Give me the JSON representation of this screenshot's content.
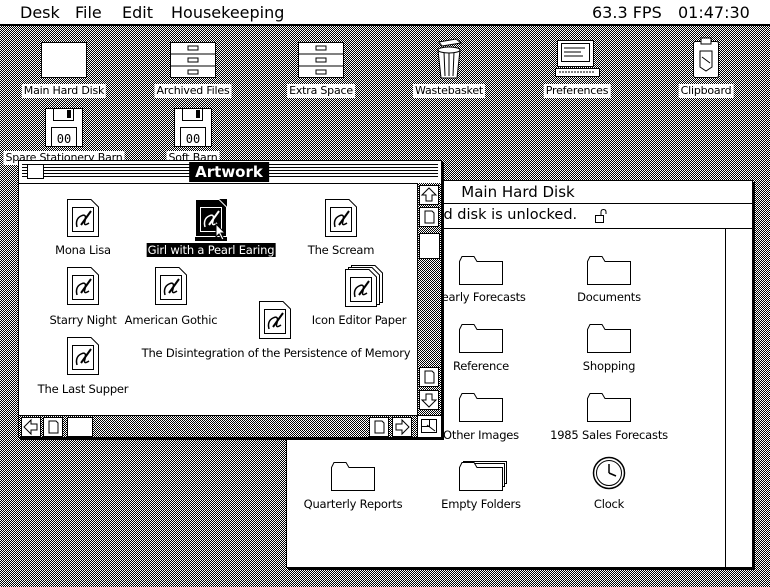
{
  "menubar": {
    "menus": [
      "Desk",
      "File",
      "Edit",
      "Housekeeping"
    ],
    "fps": "63.3 FPS",
    "clock": "01:47:30"
  },
  "desktop": {
    "icons": [
      {
        "label": "Main Hard Disk",
        "icon": "hard-disk-icon"
      },
      {
        "label": "Archived Files",
        "icon": "drawer-icon"
      },
      {
        "label": "Extra Space",
        "icon": "drawer-icon"
      },
      {
        "label": "Wastebasket",
        "icon": "wastebasket-icon"
      },
      {
        "label": "Preferences",
        "icon": "computer-icon"
      },
      {
        "label": "Clipboard",
        "icon": "clipboard-icon"
      },
      {
        "label": "Spare Stationery Barn",
        "icon": "floppy-disk-icon"
      },
      {
        "label": "Soft Barn",
        "icon": "floppy-disk-icon"
      }
    ]
  },
  "hard_disk_window": {
    "title": "Main Hard Disk",
    "status": "Hard disk is unlocked.",
    "items": [
      {
        "label": "Yearly Forecasts",
        "icon": "folder-icon"
      },
      {
        "label": "Documents",
        "icon": "folder-icon"
      },
      {
        "label": "Reference",
        "icon": "folder-icon"
      },
      {
        "label": "Shopping",
        "icon": "folder-icon"
      },
      {
        "label": "Other Images",
        "icon": "folder-icon"
      },
      {
        "label": "1985 Sales Forecasts",
        "icon": "folder-icon"
      },
      {
        "label": "Quarterly Reports",
        "icon": "folder-icon"
      },
      {
        "label": "Empty Folders",
        "icon": "stacked-folders-icon"
      },
      {
        "label": "Clock",
        "icon": "clock-icon"
      }
    ]
  },
  "artwork_window": {
    "title": "Artwork",
    "items": [
      {
        "label": "Mona Lisa",
        "icon": "paint-document-icon"
      },
      {
        "label": "Girl with a Pearl Earing",
        "icon": "paint-document-icon",
        "selected": true
      },
      {
        "label": "The Scream",
        "icon": "paint-document-icon"
      },
      {
        "label": "Starry Night",
        "icon": "paint-document-icon"
      },
      {
        "label": "American Gothic",
        "icon": "paint-document-icon"
      },
      {
        "label": "Icon Editor Paper",
        "icon": "paint-stationery-icon"
      },
      {
        "label": "The Disintegration of the Persistence of Memory",
        "icon": "paint-document-icon"
      },
      {
        "label": "The Last Supper",
        "icon": "paint-document-icon"
      }
    ]
  }
}
